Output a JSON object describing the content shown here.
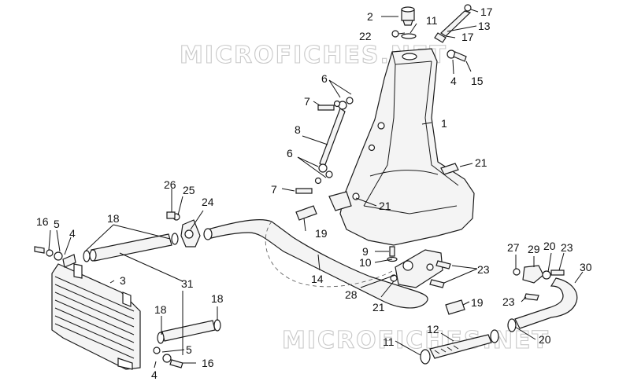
{
  "watermark": "MICROFICHES.NET",
  "labels": {
    "l1": "1",
    "l2": "2",
    "l3": "3",
    "l4a": "4",
    "l4b": "4",
    "l4c": "4",
    "l5a": "5",
    "l5b": "5",
    "l6a": "6",
    "l6b": "6",
    "l7a": "7",
    "l7b": "7",
    "l8": "8",
    "l9": "9",
    "l10": "10",
    "l11a": "11",
    "l11b": "11",
    "l12": "12",
    "l13": "13",
    "l14": "14",
    "l15": "15",
    "l16a": "16",
    "l16b": "16",
    "l17a": "17",
    "l17b": "17",
    "l18a": "18",
    "l18b": "18",
    "l18c": "18",
    "l19a": "19",
    "l19b": "19",
    "l20a": "20",
    "l20b": "20",
    "l21a": "21",
    "l21b": "21",
    "l21c": "21",
    "l22": "22",
    "l23a": "23",
    "l23b": "23",
    "l23c": "23",
    "l24": "24",
    "l25": "25",
    "l26": "26",
    "l27": "27",
    "l28": "28",
    "l29": "29",
    "l30": "30",
    "l31": "31"
  }
}
